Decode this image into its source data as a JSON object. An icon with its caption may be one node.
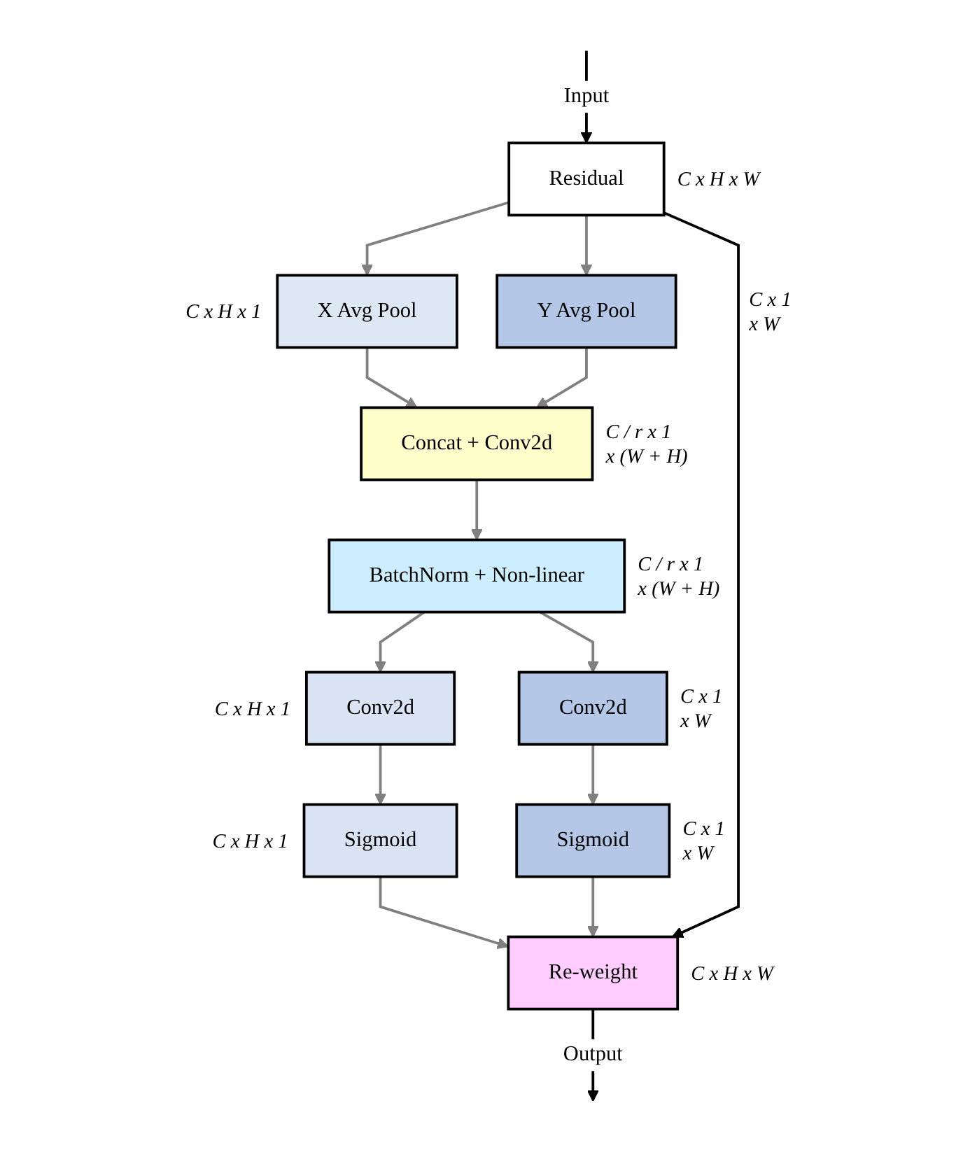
{
  "diagram": {
    "nodes": [
      {
        "text": [
          "Residual"
        ],
        "beside": [
          "C x H x W"
        ]
      },
      {
        "text": [
          "X Avg Pool"
        ],
        "beside": [
          "C x H x 1"
        ]
      },
      {
        "text": [
          "Y Avg Pool"
        ],
        "beside": [
          "C x 1 x W"
        ]
      },
      {
        "text": [
          "Concat + Conv2d"
        ],
        "beside": [
          "C / r x 1 x (W + H)"
        ]
      },
      {
        "text": [
          "BatchNorm + Non-linear"
        ],
        "beside": [
          "C / r x 1 x (W + H)"
        ]
      },
      {
        "text": [
          "Conv2d"
        ],
        "beside": [
          "C x H x 1"
        ]
      },
      {
        "text": [
          "Conv2d"
        ],
        "beside": [
          "C x 1 x W"
        ]
      },
      {
        "text": [
          "Sigmoid"
        ],
        "beside": [
          "C x H x 1"
        ]
      },
      {
        "text": [
          "Sigmoid"
        ],
        "beside": [
          "C x 1 x W"
        ]
      },
      {
        "text": [
          "Re-weight"
        ],
        "beside": [
          "C x H x W"
        ]
      }
    ],
    "edges": [
      {
        "from": null,
        "to": 0,
        "arrow": "to",
        "label": "Input",
        "color": "#000000"
      },
      {
        "from": 0,
        "to": 1,
        "arrow": "to"
      },
      {
        "from": 0,
        "to": 2,
        "arrow": "to"
      },
      {
        "from": 1,
        "to": 3,
        "arrow": "to"
      },
      {
        "from": 2,
        "to": 3,
        "arrow": "to"
      },
      {
        "from": 3,
        "to": 4,
        "arrow": "to"
      },
      {
        "from": 4,
        "to": 5,
        "arrow": "to"
      },
      {
        "from": 4,
        "to": 6,
        "arrow": "to"
      },
      {
        "from": 5,
        "to": 7,
        "arrow": "to"
      },
      {
        "from": 6,
        "to": 8,
        "arrow": "to"
      },
      {
        "from": 7,
        "to": 9,
        "arrow": "to"
      },
      {
        "from": 8,
        "to": 9,
        "arrow": "to"
      },
      {
        "from": 0,
        "to": 9,
        "arrow": "to",
        "color": "#000000"
      },
      {
        "from": 9,
        "to": null,
        "arrow": "to",
        "label": "Output",
        "color": "#000000"
      }
    ]
  }
}
